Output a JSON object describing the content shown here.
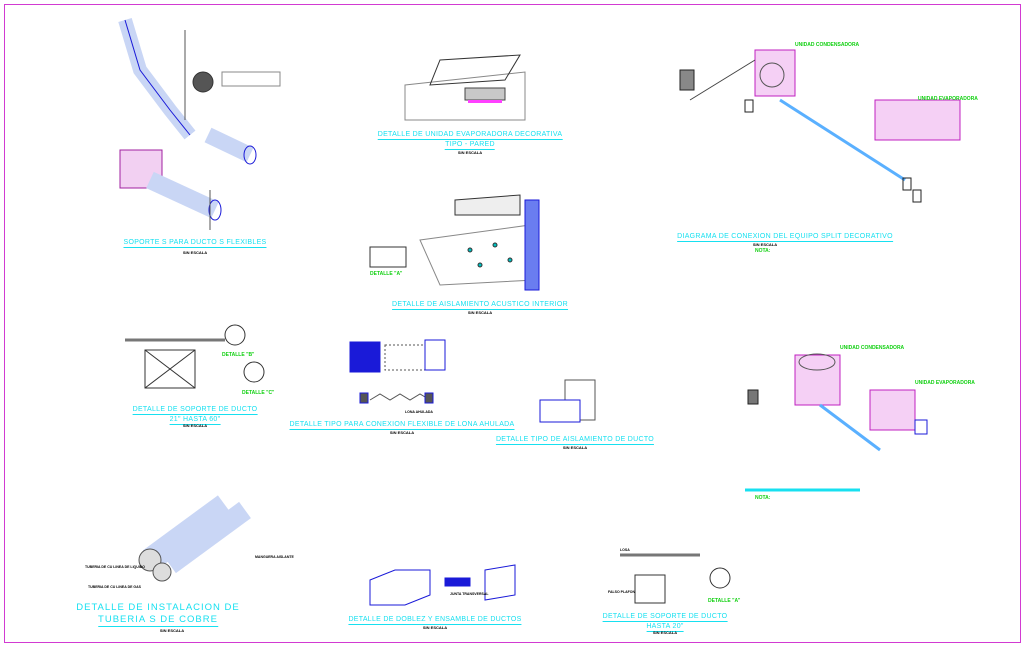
{
  "titles": {
    "flex_supports": "SOPORTE S PARA DUCTO S FLEXIBLES",
    "evap_unit_1": "DETALLE DE UNIDAD EVAPORADORA DECORATIVA",
    "evap_unit_2": "TIPO - PARED",
    "split_diagram": "DIAGRAMA DE CONEXION DEL EQUIPO SPLIT DECORATIVO",
    "acoustic": "DETALLE DE AISLAMIENTO ACUSTICO INTERIOR",
    "duct_support_1": "DETALLE DE SOPORTE DE DUCTO",
    "duct_support_2": "21\" HASTA 60\"",
    "flex_connection": "DETALLE TIPO PARA CONEXION FLEXIBLE DE LONA AHULADA",
    "duct_insulation": "DETALLE TIPO DE AISLAMIENTO DE DUCTO",
    "copper_1": "DETALLE DE INSTALACION DE",
    "copper_2": "TUBERIA S DE COBRE",
    "folding": "DETALLE DE DOBLEZ Y ENSAMBLE DE DUCTOS",
    "small_support_1": "DETALLE DE SOPORTE DE DUCTO",
    "small_support_2": "HASTA 20\""
  },
  "scale_note": "SIN ESCALA",
  "green_labels": {
    "condenser": "UNIDAD CONDENSADORA",
    "evaporator": "UNIDAD EVAPORADORA",
    "nota": "NOTA:"
  },
  "detail_labels": {
    "b": "DETALLE \"B\"",
    "c": "DETALLE \"C\"",
    "a": "DETALLE \"A\"",
    "a2": "DETALLE \"A\""
  },
  "annotations": {
    "copper_liquid": "TUBERIA DE CU LINEA DE LIQUIDO",
    "copper_gas": "TUBERIA DE CU LINEA DE GAS",
    "insulation": "MANGUERA AISLANTE",
    "lona": "LONA AHULADA",
    "junta": "JUNTA TRANSVERSAL",
    "losa": "LOSA",
    "falso_plafon": "FALSO PLAFON"
  }
}
